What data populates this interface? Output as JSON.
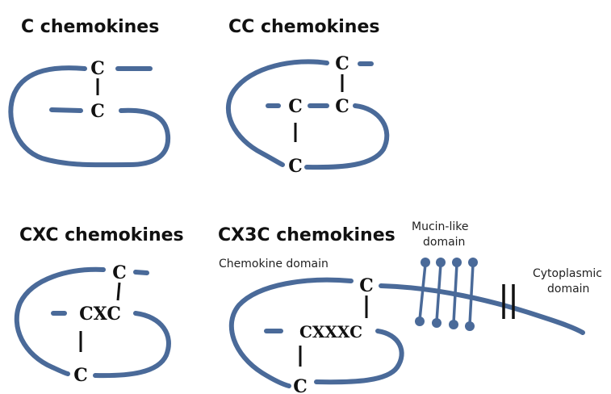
{
  "colors": {
    "chain": "#4a6a99",
    "bead": "#4a6a99",
    "text": "#111111"
  },
  "panels": {
    "c": {
      "title": "C chemokines",
      "residues": [
        "C",
        "C"
      ]
    },
    "cc": {
      "title": "CC chemokines",
      "residues": [
        "C",
        "C",
        "C",
        "C"
      ]
    },
    "cxc": {
      "title": "CXC chemokines",
      "residues": [
        "C",
        "CXC",
        "C"
      ]
    },
    "cx3c": {
      "title": "CX3C chemokines",
      "residues": [
        "C",
        "CXXXC",
        "C"
      ],
      "labels": {
        "chemokine_domain": "Chemokine domain",
        "mucin_line1": "Mucin-like",
        "mucin_line2": "domain",
        "cyto_line1": "Cytoplasmic",
        "cyto_line2": "domain"
      }
    }
  }
}
